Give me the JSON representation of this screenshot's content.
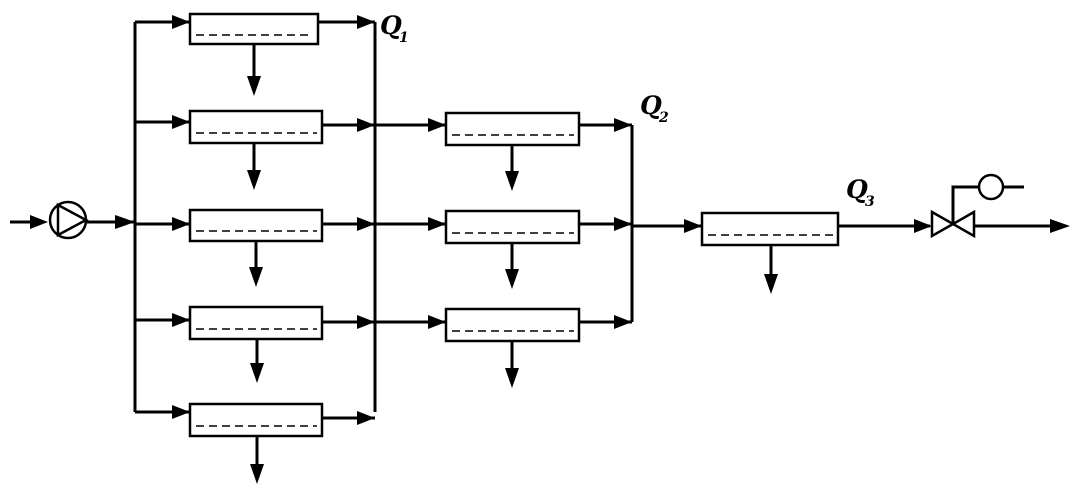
{
  "diagram": {
    "labels": {
      "q1_main": "Q",
      "q1_sub": "1",
      "q2_main": "Q",
      "q2_sub": "2",
      "q3_main": "Q",
      "q3_sub": "3"
    },
    "stages": [
      {
        "name": "stage-1",
        "modules": 5,
        "output": "Q1"
      },
      {
        "name": "stage-2",
        "modules": 3,
        "output": "Q2"
      },
      {
        "name": "stage-3",
        "modules": 1,
        "output": "Q3"
      }
    ],
    "components": [
      "pump",
      "valve",
      "actuator"
    ]
  }
}
